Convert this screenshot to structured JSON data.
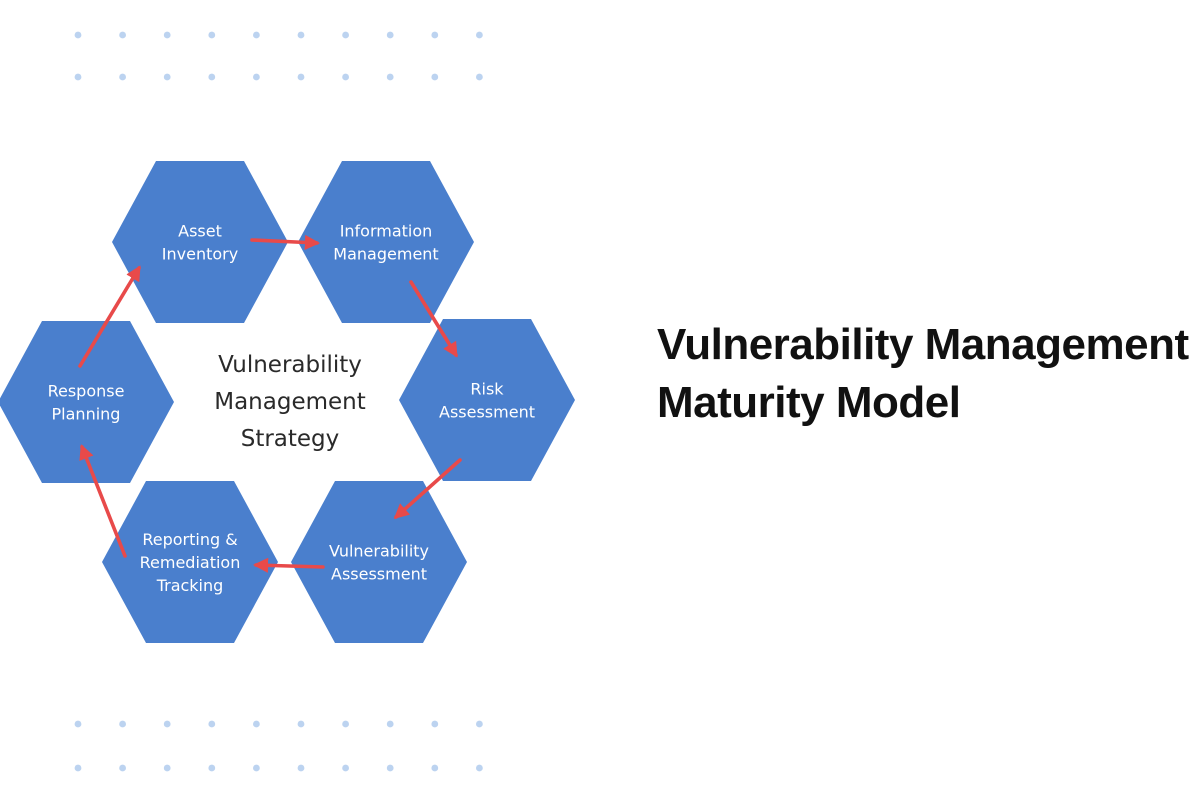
{
  "colors": {
    "hexagon_fill": "#4a7fcd",
    "arrow": "#e84a4a",
    "dots": "#bcd3f0",
    "title_text": "#111111"
  },
  "diagram": {
    "center": {
      "lines": [
        "Vulnerability",
        "Management",
        "Strategy"
      ]
    },
    "steps": [
      {
        "id": "asset-inventory",
        "lines": [
          "Asset",
          "Inventory"
        ]
      },
      {
        "id": "information-management",
        "lines": [
          "Information",
          "Management"
        ]
      },
      {
        "id": "risk-assessment",
        "lines": [
          "Risk",
          "Assessment"
        ]
      },
      {
        "id": "vulnerability-assessment",
        "lines": [
          "Vulnerability",
          "Assessment"
        ]
      },
      {
        "id": "reporting-remediation-tracking",
        "lines": [
          "Reporting &",
          "Remediation",
          "Tracking"
        ]
      },
      {
        "id": "response-planning",
        "lines": [
          "Response",
          "Planning"
        ]
      }
    ],
    "flow": [
      [
        "asset-inventory",
        "information-management"
      ],
      [
        "information-management",
        "risk-assessment"
      ],
      [
        "risk-assessment",
        "vulnerability-assessment"
      ],
      [
        "vulnerability-assessment",
        "reporting-remediation-tracking"
      ],
      [
        "reporting-remediation-tracking",
        "response-planning"
      ],
      [
        "response-planning",
        "asset-inventory"
      ]
    ]
  },
  "title": {
    "line1": "Vulnerability Management",
    "line2": "Maturity Model"
  }
}
